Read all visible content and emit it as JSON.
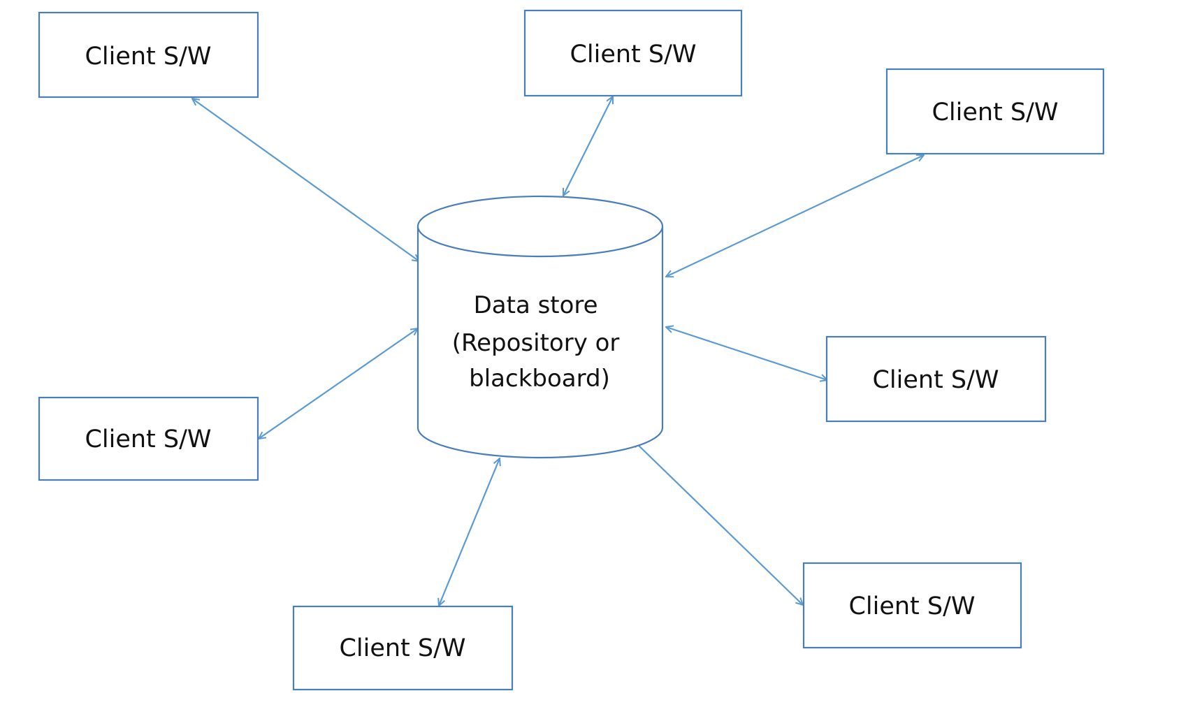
{
  "colors": {
    "outline": "#4a7ebb",
    "arrow": "#5b9bd5",
    "text": "#111111",
    "background": "#ffffff"
  },
  "data_store": {
    "lines": [
      "Data store",
      "(Repository or",
      "blackboard)"
    ]
  },
  "clients": [
    {
      "label": "Client S/W"
    },
    {
      "label": "Client S/W"
    },
    {
      "label": "Client S/W"
    },
    {
      "label": "Client S/W"
    },
    {
      "label": "Client S/W"
    },
    {
      "label": "Client S/W"
    },
    {
      "label": "Client S/W"
    }
  ]
}
